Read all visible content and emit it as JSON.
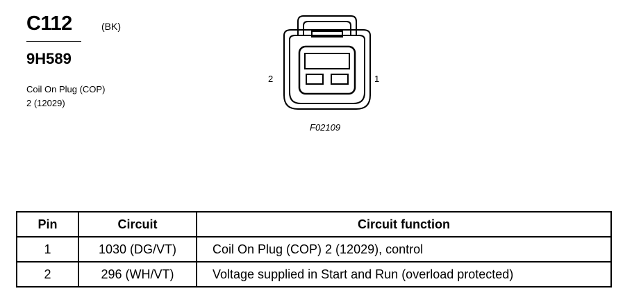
{
  "connector": {
    "id": "C112",
    "color_code": "(BK)",
    "part_number": "9H589",
    "description_line1": "Coil On Plug (COP)",
    "description_line2": "2 (12029)"
  },
  "diagram": {
    "pin_left_label": "2",
    "pin_right_label": "1",
    "figure_ref": "F02109"
  },
  "table": {
    "headers": [
      "Pin",
      "Circuit",
      "Circuit function"
    ],
    "rows": [
      {
        "pin": "1",
        "circuit": "1030 (DG/VT)",
        "function": "Coil On Plug (COP) 2 (12029), control"
      },
      {
        "pin": "2",
        "circuit": "296 (WH/VT)",
        "function": "Voltage supplied in Start and Run (overload protected)"
      }
    ]
  }
}
